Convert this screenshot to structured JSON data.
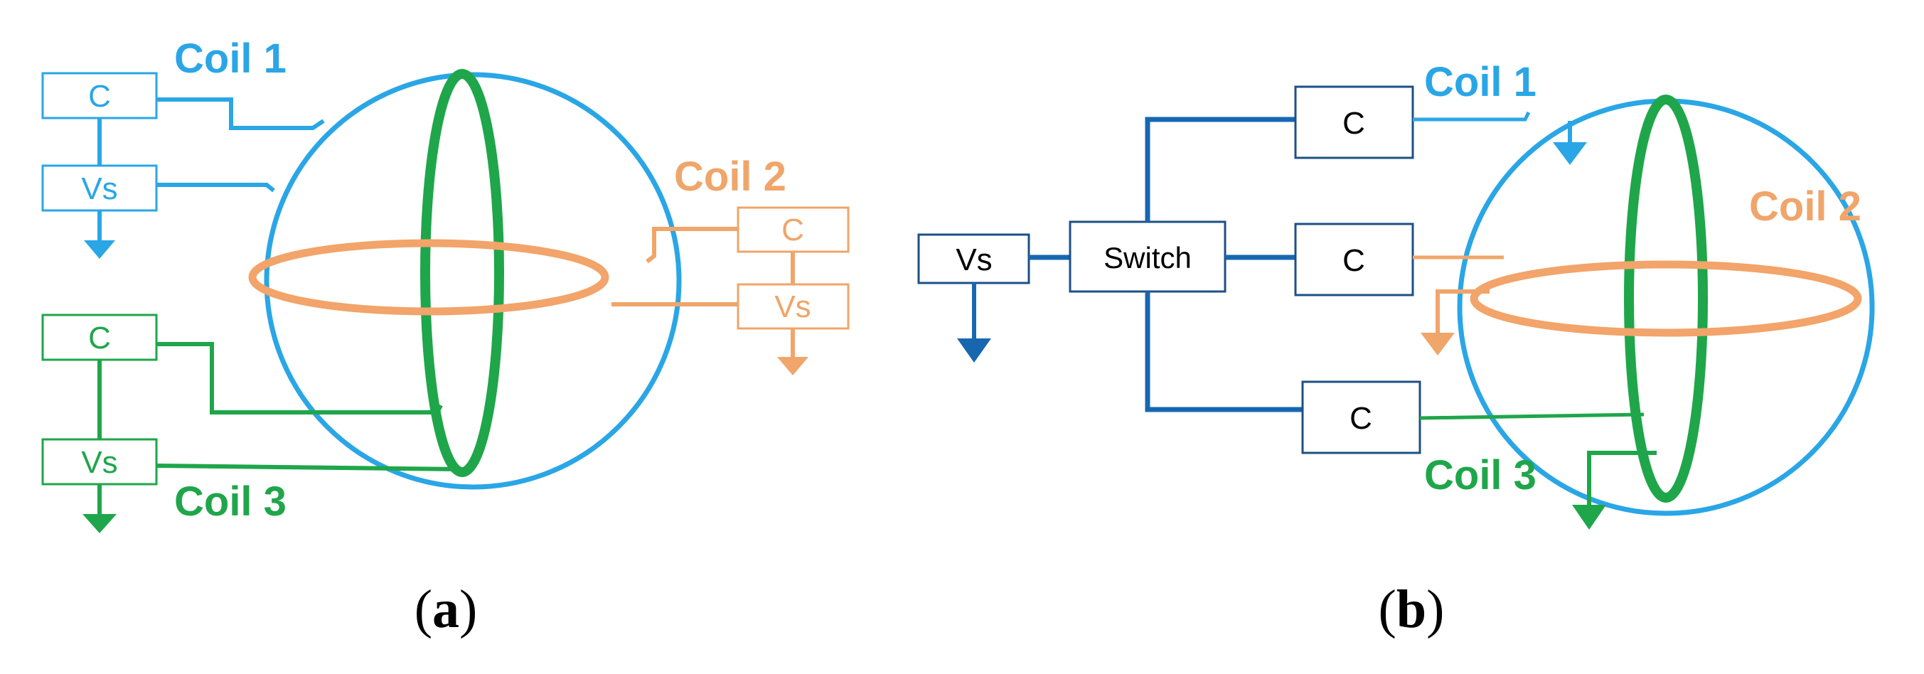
{
  "colors": {
    "coil1": "#2aa6e6",
    "coil2": "#f0a56a",
    "coil2_ring": "#f2a46a",
    "coil3": "#1fa64a",
    "switch_wiring": "#1667b0",
    "box_border_b": "#1d4f86",
    "text_dark": "#000000"
  },
  "panel_a": {
    "coil1_label": "Coil 1",
    "coil2_label": "Coil 2",
    "coil3_label": "Coil 3",
    "coil1_cap": "C",
    "coil1_source": "Vs",
    "coil2_cap": "C",
    "coil2_source": "Vs",
    "coil3_cap": "C",
    "coil3_source": "Vs",
    "caption_open": "(",
    "caption_letter": "a",
    "caption_close": ")"
  },
  "panel_b": {
    "coil1_label": "Coil 1",
    "coil2_label": "Coil 2",
    "coil3_label": "Coil 3",
    "source": "Vs",
    "switch": "Switch",
    "cap1": "C",
    "cap2": "C",
    "cap3": "C",
    "caption_open": "(",
    "caption_letter": "b",
    "caption_close": ")"
  }
}
